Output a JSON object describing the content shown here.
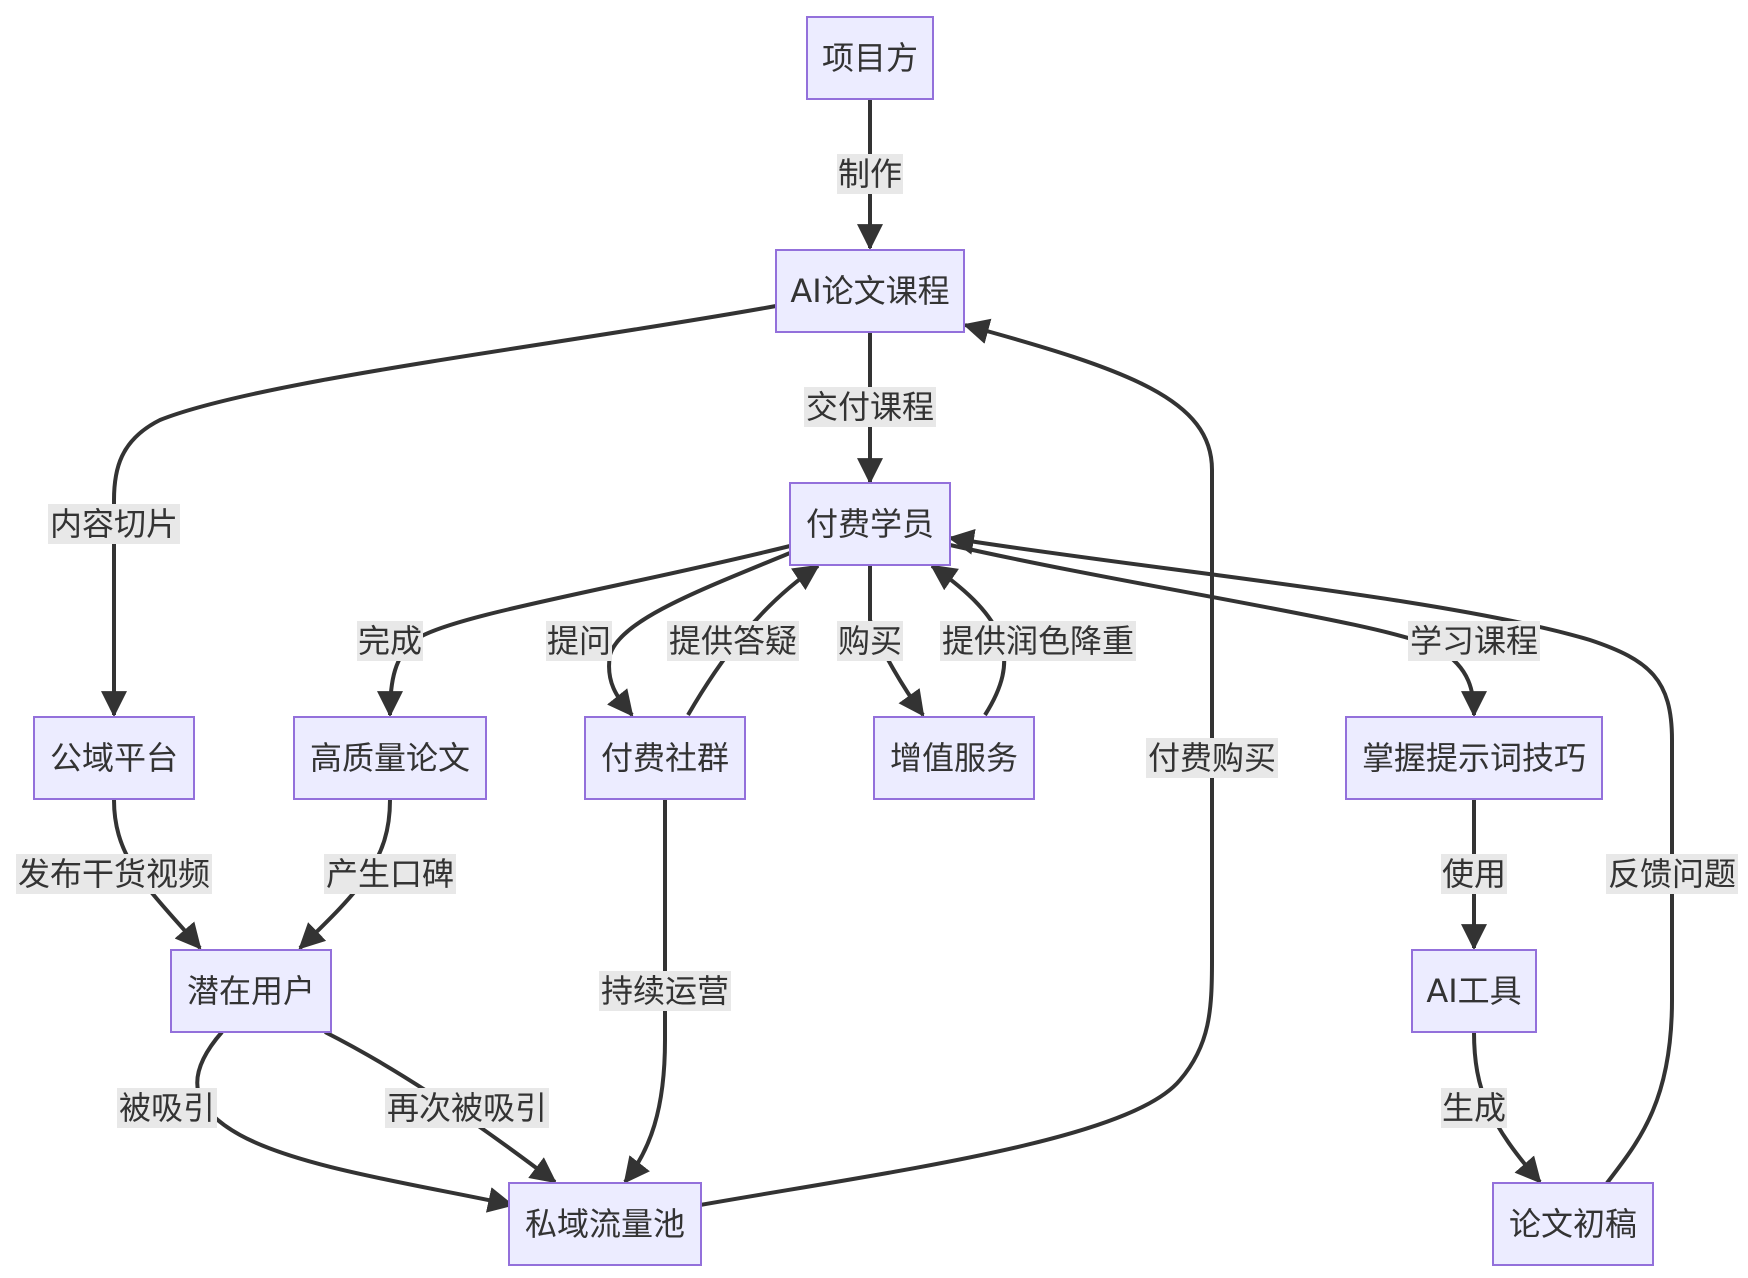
{
  "nodes": {
    "n_project": "项目方",
    "n_course": "AI论文课程",
    "n_student": "付费学员",
    "n_public": "公域平台",
    "n_paper": "高质量论文",
    "n_community": "付费社群",
    "n_service": "增值服务",
    "n_prompt": "掌握提示词技巧",
    "n_potential": "潜在用户",
    "n_tool": "AI工具",
    "n_pool": "私域流量池",
    "n_draft": "论文初稿"
  },
  "edges": {
    "e_make": "制作",
    "e_deliver": "交付课程",
    "e_slice": "内容切片",
    "e_complete": "完成",
    "e_ask": "提问",
    "e_answer": "提供答疑",
    "e_buy": "购买",
    "e_polish": "提供润色降重",
    "e_learn": "学习课程",
    "e_paybuy": "付费购买",
    "e_publish": "发布干货视频",
    "e_wordofmouth": "产生口碑",
    "e_operate": "持续运营",
    "e_use": "使用",
    "e_feedback": "反馈问题",
    "e_attract": "被吸引",
    "e_reattract": "再次被吸引",
    "e_generate": "生成"
  },
  "colors": {
    "node_fill": "#ECECFF",
    "node_stroke": "#9370DB",
    "edge": "#333333",
    "label_bg": "#e8e8e8"
  }
}
